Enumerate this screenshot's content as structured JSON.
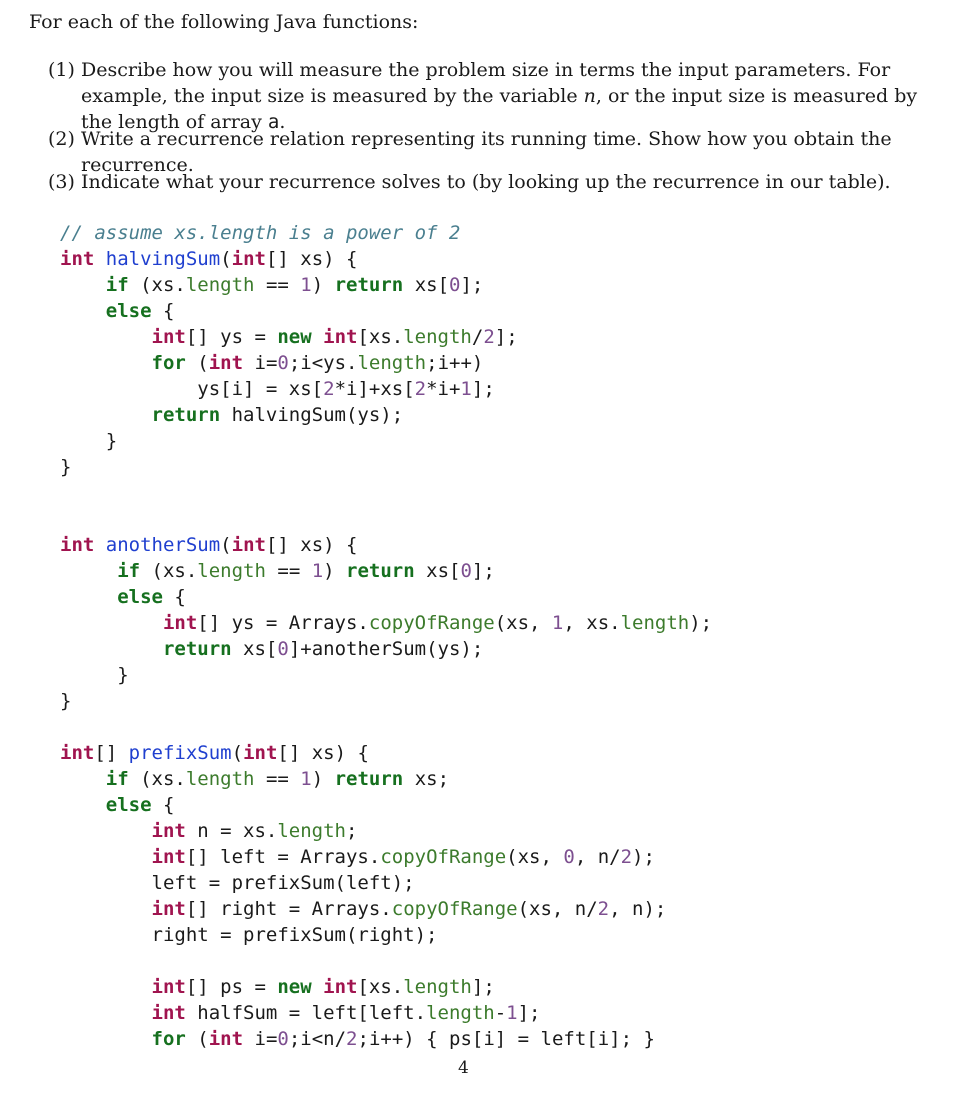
{
  "intro": "For each of the following Java functions:",
  "questions": [
    {
      "num": "(1)",
      "text": "Describe how you will measure the problem size in terms the input parameters. For example, the input size is measured by the variable n, or the input size is measured by the length of array a."
    },
    {
      "num": "(2)",
      "text": "Write a recurrence relation representing its running time. Show how you obtain the recurrence."
    },
    {
      "num": "(3)",
      "text": "Indicate what your recurrence solves to (by looking up the recurrence in our table)."
    }
  ],
  "code": {
    "comment": "// assume xs.length is a power of 2",
    "halvingSum_name": "halvingSum",
    "anotherSum_name": "anotherSum",
    "prefixSum_name": "prefixSum"
  },
  "page_number": "4"
}
